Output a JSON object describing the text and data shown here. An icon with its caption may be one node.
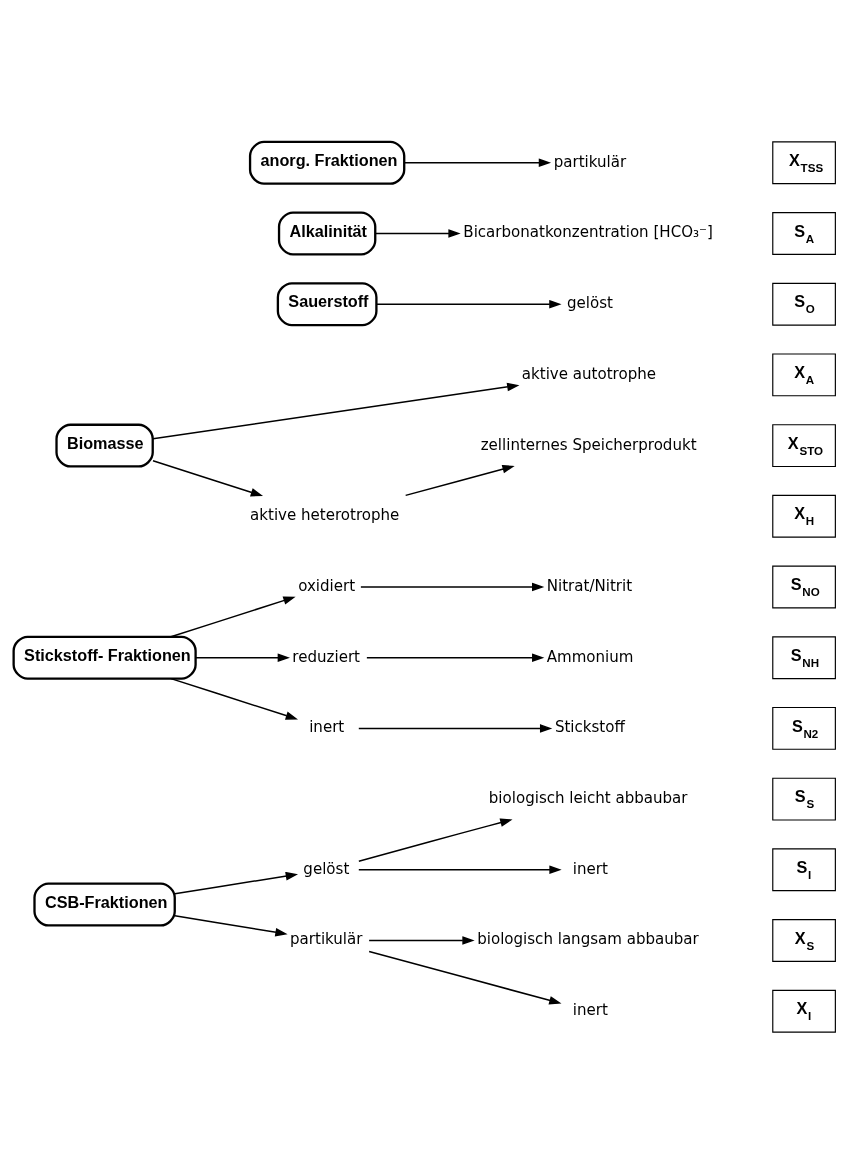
{
  "diagram": {
    "nodes": [
      {
        "text": [
          "CSB-Fraktionen"
        ]
      },
      {
        "text": [
          "gelöst"
        ]
      },
      {
        "text": [
          "biologisch leicht abbaubar"
        ]
      },
      {
        "text": [
          "inert"
        ]
      },
      {
        "text": [
          "partikulär"
        ]
      },
      {
        "text": [
          "biologisch langsam abbaubar"
        ]
      },
      {
        "text": [
          "inert"
        ]
      },
      {
        "text": [
          "Stickstoff- Fraktionen"
        ]
      },
      {
        "text": [
          "oxidiert"
        ]
      },
      {
        "text": [
          "Nitrat/Nitrit"
        ]
      },
      {
        "text": [
          "reduziert"
        ]
      },
      {
        "text": [
          "Ammonium"
        ]
      },
      {
        "text": [
          "inert"
        ]
      },
      {
        "text": [
          "Stickstoff"
        ]
      },
      {
        "text": [
          "Biomasse"
        ]
      },
      {
        "text": [
          "aktive autotrophe"
        ]
      },
      {
        "text": [
          "aktive heterotrophe"
        ]
      },
      {
        "text": [
          "zellinternes Speicherprodukt"
        ]
      },
      {
        "text": [
          "Sauerstoff"
        ]
      },
      {
        "text": [
          "gelöst"
        ]
      },
      {
        "text": [
          "Alkalinität"
        ]
      },
      {
        "text": [
          "Bicarbonatkonzentration [HCO₃⁻]"
        ]
      },
      {
        "text": [
          "anorg. Fraktionen"
        ]
      },
      {
        "text": [
          "partikulär"
        ]
      },
      {
        "text": [
          "S$_{S}$"
        ]
      },
      {
        "text": [
          "S$_{I}$"
        ]
      },
      {
        "text": [
          "X$_{S}$"
        ]
      },
      {
        "text": [
          "X$_{I}$"
        ]
      },
      {
        "text": [
          "S$_{NO}$"
        ]
      },
      {
        "text": [
          "S$_{NH}$"
        ]
      },
      {
        "text": [
          "S$_{N2}$"
        ]
      },
      {
        "text": [
          "X$_{A}$"
        ]
      },
      {
        "text": [
          "X$_{H}$"
        ]
      },
      {
        "text": [
          "X$_{STO}$"
        ]
      },
      {
        "text": [
          "S$_{O}$"
        ]
      },
      {
        "text": [
          "S$_{A}$"
        ]
      },
      {
        "text": [
          "X$_{TSS}$"
        ]
      }
    ],
    "edges": [
      {
        "from": 0,
        "to": 1,
        "arrow": "to"
      },
      {
        "from": 1,
        "to": 2,
        "arrow": "to"
      },
      {
        "from": 1,
        "to": 3,
        "arrow": "to"
      },
      {
        "from": 0,
        "to": 4,
        "arrow": "to"
      },
      {
        "from": 4,
        "to": 5,
        "arrow": "to"
      },
      {
        "from": 4,
        "to": 6,
        "arrow": "to"
      },
      {
        "from": 7,
        "to": 8,
        "arrow": "to"
      },
      {
        "from": 8,
        "to": 9,
        "arrow": "to"
      },
      {
        "from": 7,
        "to": 10,
        "arrow": "to"
      },
      {
        "from": 10,
        "to": 11,
        "arrow": "to"
      },
      {
        "from": 7,
        "to": 12,
        "arrow": "to"
      },
      {
        "from": 12,
        "to": 13,
        "arrow": "to"
      },
      {
        "from": 14,
        "to": 15,
        "arrow": "to"
      },
      {
        "from": 14,
        "to": 16,
        "arrow": "to"
      },
      {
        "from": 16,
        "to": 17,
        "arrow": "to"
      },
      {
        "from": 18,
        "to": 19,
        "arrow": "to"
      },
      {
        "from": 20,
        "to": 21,
        "arrow": "to"
      },
      {
        "from": 22,
        "to": 23,
        "arrow": "to"
      }
    ]
  }
}
